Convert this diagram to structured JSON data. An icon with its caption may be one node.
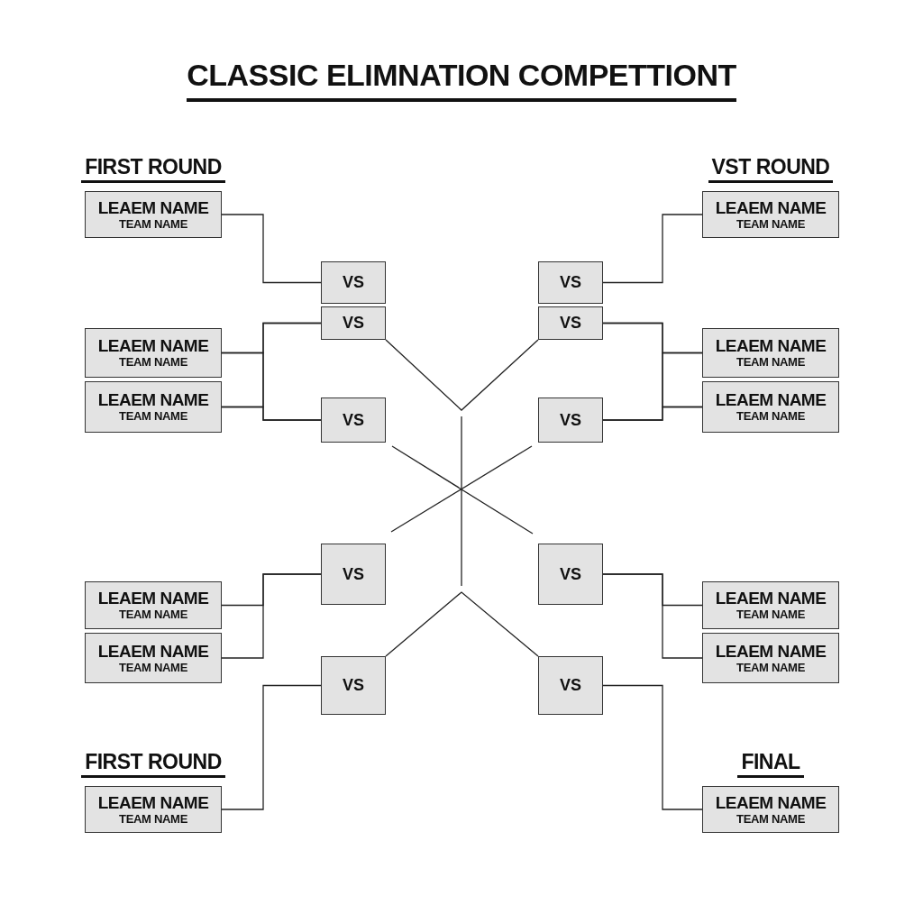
{
  "diagram": {
    "title": "CLASSIC ELIMNATION COMPETTIONT",
    "nodes": [
      {
        "text": [
          "LEAEM NAME",
          "TEAM NAME"
        ]
      },
      {
        "text": [
          "VS"
        ]
      },
      {
        "text": [
          "VS"
        ]
      },
      {
        "text": [
          "LEAEM NAME",
          "TEAM NAME"
        ]
      },
      {
        "text": [
          "LEAEM NAME",
          "TEAM NAME"
        ]
      },
      {
        "text": [
          "VS"
        ]
      },
      {
        "text": [
          "VS"
        ]
      },
      {
        "text": [
          "LEAEM NAME",
          "TEAM NAME"
        ]
      },
      {
        "text": [
          "LEAEM NAME",
          "TEAM NAME"
        ]
      },
      {
        "text": [
          "VS"
        ]
      },
      {
        "text": [
          "LEAEM NAME",
          "TEAM NAME"
        ]
      },
      {
        "text": [
          "LEAEM NAME",
          "TEAM NAME"
        ]
      },
      {
        "text": [
          "VS"
        ]
      },
      {
        "text": [
          "VS"
        ]
      },
      {
        "text": [
          "LEAEM NAME",
          "TEAM NAME"
        ]
      },
      {
        "text": [
          "LEAEM NAME",
          "TEAM NAME"
        ]
      },
      {
        "text": [
          "VS"
        ]
      },
      {
        "text": [
          "VS"
        ]
      },
      {
        "text": [
          "LEAEM NAME",
          "TEAM NAME"
        ]
      },
      {
        "text": [
          "LEAEM NAME",
          "TEAM NAME"
        ]
      },
      {
        "text": [
          "VS"
        ]
      },
      {
        "text": [
          "LEAEM NAME",
          "TEAM NAME"
        ]
      }
    ],
    "labels": [
      "FIRST ROUND",
      "VST ROUND",
      "FIRST ROUND",
      "FINAL"
    ],
    "edges": [
      {
        "from": 0,
        "to": 1,
        "arrow": "none"
      },
      {
        "from": 3,
        "to": 2,
        "arrow": "none"
      },
      {
        "from": 3,
        "to": 5,
        "arrow": "none"
      },
      {
        "from": 4,
        "to": 2,
        "arrow": "none"
      },
      {
        "from": 4,
        "to": 5,
        "arrow": "none"
      },
      {
        "from": 7,
        "to": 6,
        "arrow": "none"
      },
      {
        "from": 8,
        "to": 6,
        "arrow": "none"
      },
      {
        "from": 10,
        "to": 9,
        "arrow": "none"
      },
      {
        "from": 11,
        "to": 12,
        "arrow": "none"
      },
      {
        "from": 14,
        "to": 13,
        "arrow": "none"
      },
      {
        "from": 14,
        "to": 16,
        "arrow": "none"
      },
      {
        "from": 15,
        "to": 13,
        "arrow": "none"
      },
      {
        "from": 15,
        "to": 16,
        "arrow": "none"
      },
      {
        "from": 18,
        "to": 17,
        "arrow": "none"
      },
      {
        "from": 19,
        "to": 17,
        "arrow": "none"
      },
      {
        "from": 21,
        "to": 20,
        "arrow": "none"
      },
      {
        "from": 2,
        "to": 13,
        "arrow": "none"
      },
      {
        "from": 9,
        "to": 20,
        "arrow": "none"
      }
    ]
  }
}
